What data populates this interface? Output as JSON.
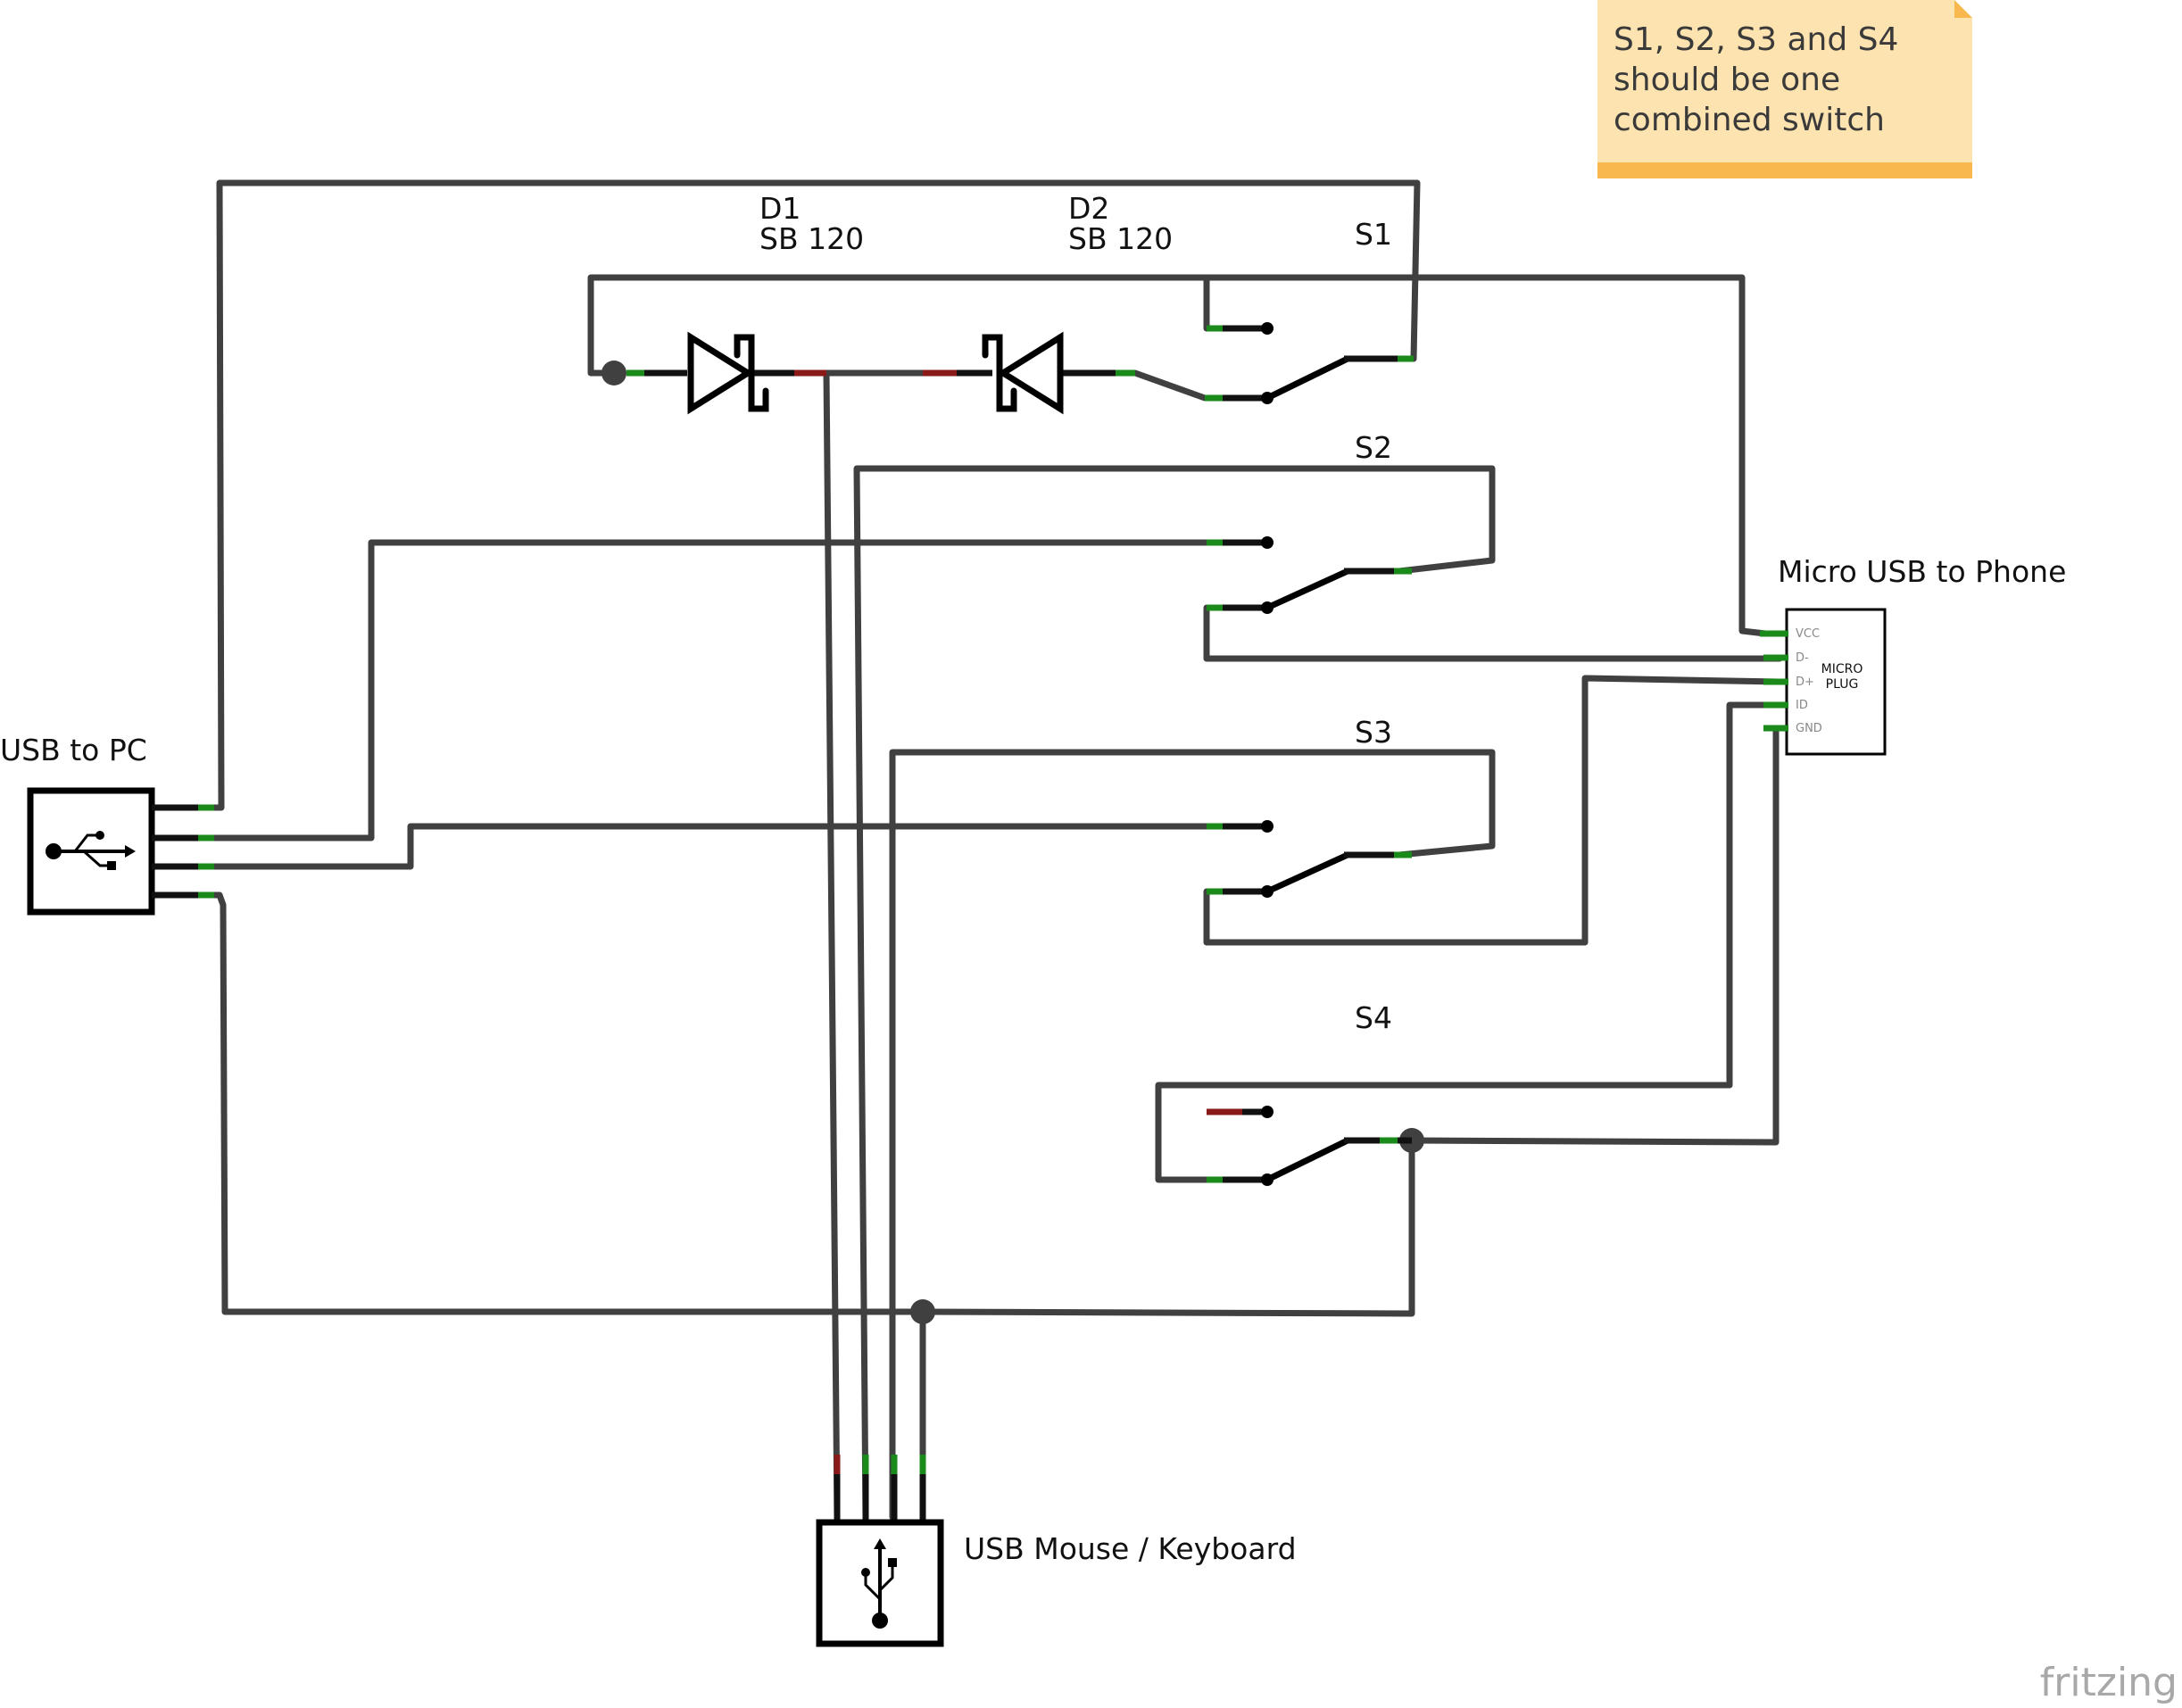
{
  "diagram": {
    "note": {
      "lines": [
        "S1, S2, S3 and S4",
        "should be one",
        "combined switch"
      ],
      "color": "#FCE3AF",
      "stripe_color": "#F8B84E"
    },
    "labels": {
      "d1_name": "D1",
      "d1_value": "SB 120",
      "d2_name": "D2",
      "d2_value": "SB 120",
      "s1": "S1",
      "s2": "S2",
      "s3": "S3",
      "s4": "S4",
      "usb_pc": "USB to PC",
      "micro_usb": "Micro USB to Phone",
      "usb_mouse": "USB Mouse / Keyboard"
    },
    "micro_plug": {
      "title_line1": "MICRO",
      "title_line2": "PLUG",
      "pins": [
        "VCC",
        "D-",
        "D+",
        "ID",
        "GND"
      ]
    },
    "brand": "fritzing",
    "colors": {
      "wire": "#404040",
      "connected_pin": "#1A8A1A",
      "unconnected_pin": "#8A1A1A"
    },
    "icons": [
      "usb-symbol-icon",
      "diode-schottky-icon",
      "spdt-switch-icon"
    ]
  }
}
